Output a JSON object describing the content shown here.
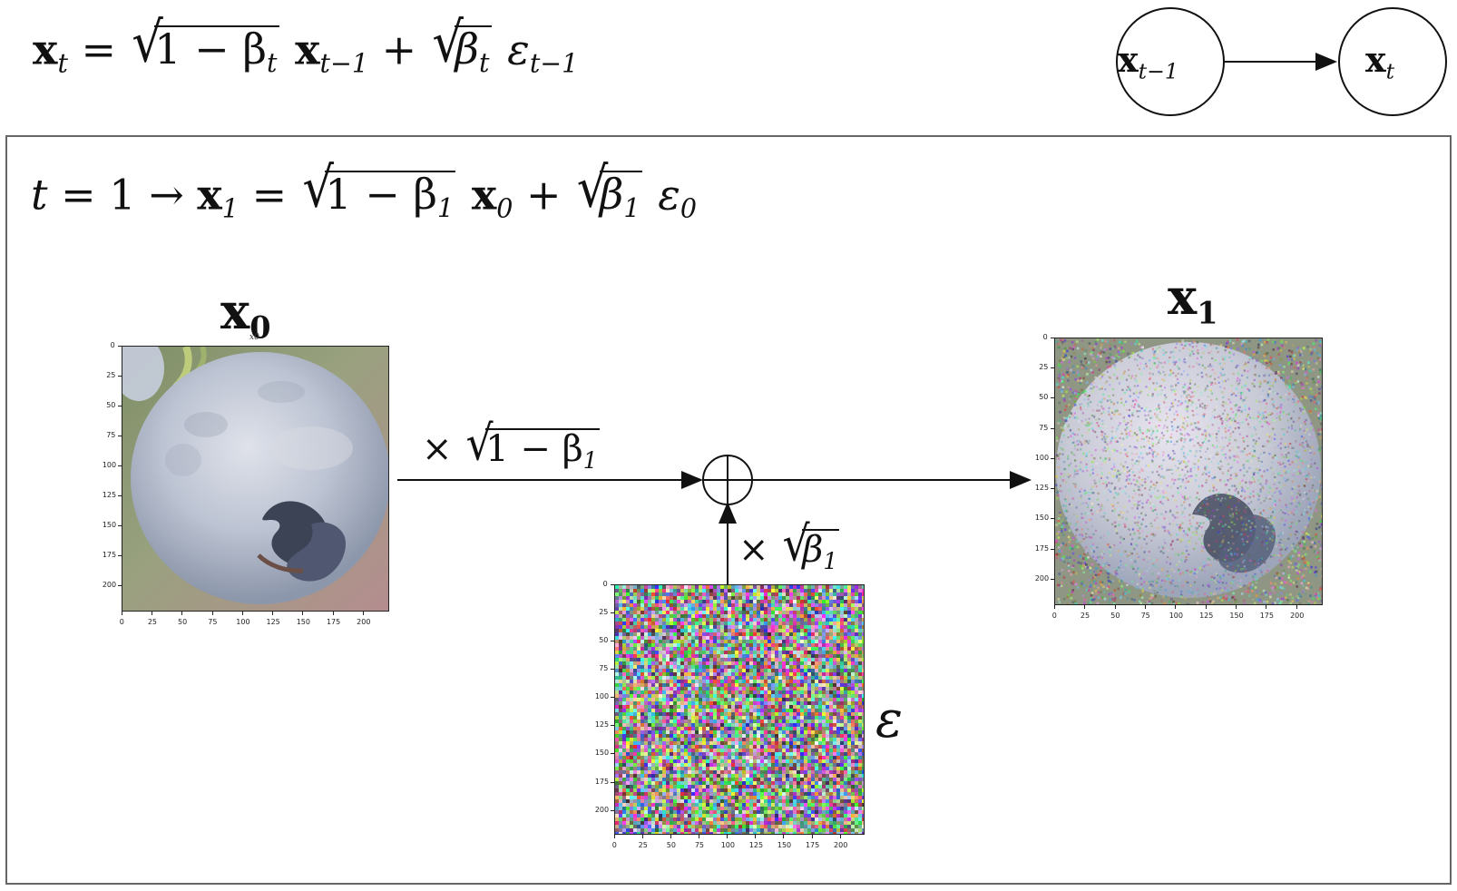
{
  "diagram": {
    "top_equation": {
      "lhs": "x",
      "lhs_sub": "t",
      "eq": "=",
      "sqrt1_left": "1 − β",
      "sqrt1_sub": "t",
      "mid_term": "x",
      "mid_sub": "t−1",
      "plus": "+",
      "sqrt2_beta": "β",
      "sqrt2_sub": "t",
      "eps": "ε",
      "eps_sub": "t−1"
    },
    "markov_chain": {
      "left_node": "x",
      "left_sub": "t−1",
      "right_node": "x",
      "right_sub": "t"
    },
    "step_equation": {
      "t_label": "t",
      "eq1": "= 1",
      "arrow": "→",
      "x1": "x",
      "x1_sub": "1",
      "eq2": "=",
      "sqrt1_left": "1 − β",
      "sqrt1_sub": "1",
      "x0": "x",
      "x0_sub": "0",
      "plus": "+",
      "sqrt2_beta": "β",
      "sqrt2_sub": "1",
      "eps": "ε",
      "eps_sub": "0"
    },
    "labels": {
      "x0_main": "x",
      "x0_main_sub": "0",
      "x0_small": "x0",
      "x1_main": "x",
      "x1_main_sub": "1",
      "epsilon_main": "ε",
      "mult1_prefix": "×",
      "mult1_sqrt": "1 − β",
      "mult1_sub": "1",
      "mult2_prefix": "×",
      "mult2_sqrt": "β",
      "mult2_sub": "1"
    },
    "plot_ticks": {
      "x0": [
        "0",
        "25",
        "50",
        "75",
        "100",
        "125",
        "150",
        "175",
        "200"
      ],
      "y0": [
        "0",
        "25",
        "50",
        "75",
        "100",
        "125",
        "150",
        "175",
        "200"
      ],
      "noise_x": [
        "0",
        "25",
        "50",
        "75",
        "100",
        "125",
        "150",
        "175",
        "200"
      ],
      "noise_y": [
        "0",
        "25",
        "50",
        "75",
        "100",
        "125",
        "150",
        "175",
        "200"
      ],
      "x1_x": [
        "0",
        "25",
        "50",
        "75",
        "100",
        "125",
        "150",
        "175",
        "200"
      ],
      "x1_y": [
        "0",
        "25",
        "50",
        "75",
        "100",
        "125",
        "150",
        "175",
        "200"
      ]
    },
    "colors": {
      "line": "#111111",
      "frame": "#666666",
      "blueberry_light": "#c8ccd8",
      "blueberry_mid": "#a8b0c0",
      "blueberry_dark": "#3d4355",
      "bruise": "#55607a",
      "background_green": "#7f8f67",
      "background_pink": "#b58d8f"
    }
  }
}
